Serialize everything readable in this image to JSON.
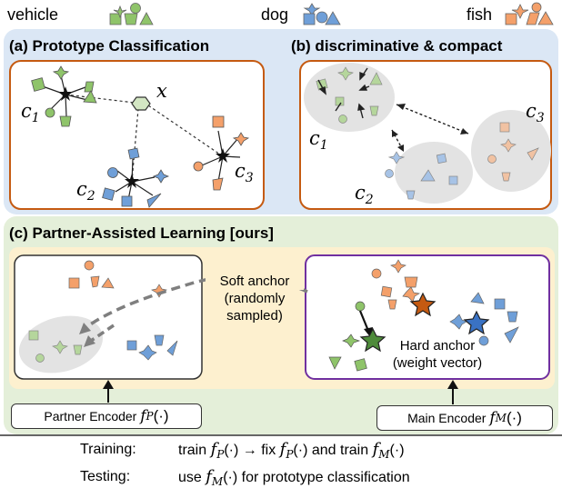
{
  "legend": {
    "vehicle": "vehicle",
    "dog": "dog",
    "fish": "fish"
  },
  "colors": {
    "green": "#8fc46a",
    "blue": "#6f9fd8",
    "orange": "#f4a06a",
    "top_bg": "#dbe7f5",
    "bottom_bg": "#e4efd9",
    "inner_bg": "#fdf0cf",
    "border_orange": "#c55a11",
    "border_purple": "#7030a0",
    "star_green": "#4e8b3a",
    "star_orange": "#c55a11",
    "star_blue": "#3a72c4"
  },
  "panel_a": {
    "title": "(a) Prototype Classification",
    "c1": "c",
    "c1_sub": "1",
    "c2": "c",
    "c2_sub": "2",
    "c3": "c",
    "c3_sub": "3",
    "x": "x"
  },
  "panel_b": {
    "title": "(b) discriminative & compact",
    "c1": "c",
    "c1_sub": "1",
    "c2": "c",
    "c2_sub": "2",
    "c3": "c",
    "c3_sub": "3"
  },
  "panel_c": {
    "title": "(c) Partner-Assisted Learning [ours]",
    "soft_anchor": "Soft anchor",
    "soft_anchor_note1": "(randomly",
    "soft_anchor_note2": "sampled)",
    "hard_anchor": "Hard anchor",
    "hard_anchor_note": "(weight vector)",
    "partner_encoder": "Partner Encoder",
    "partner_f": "f",
    "partner_sub": "P",
    "partner_arg": "(·)",
    "main_encoder": "Main Encoder",
    "main_f": "f",
    "main_sub": "M",
    "main_arg": "(·)"
  },
  "bottom": {
    "training_label": "Training:",
    "training_train": "train",
    "training_arrow": "→",
    "training_fix": "fix",
    "training_and": "and train",
    "testing_label": "Testing:",
    "testing_use": "use",
    "testing_rest": "for prototype classification",
    "f": "f",
    "sub_p": "P",
    "sub_m": "M",
    "arg": "(·)"
  }
}
